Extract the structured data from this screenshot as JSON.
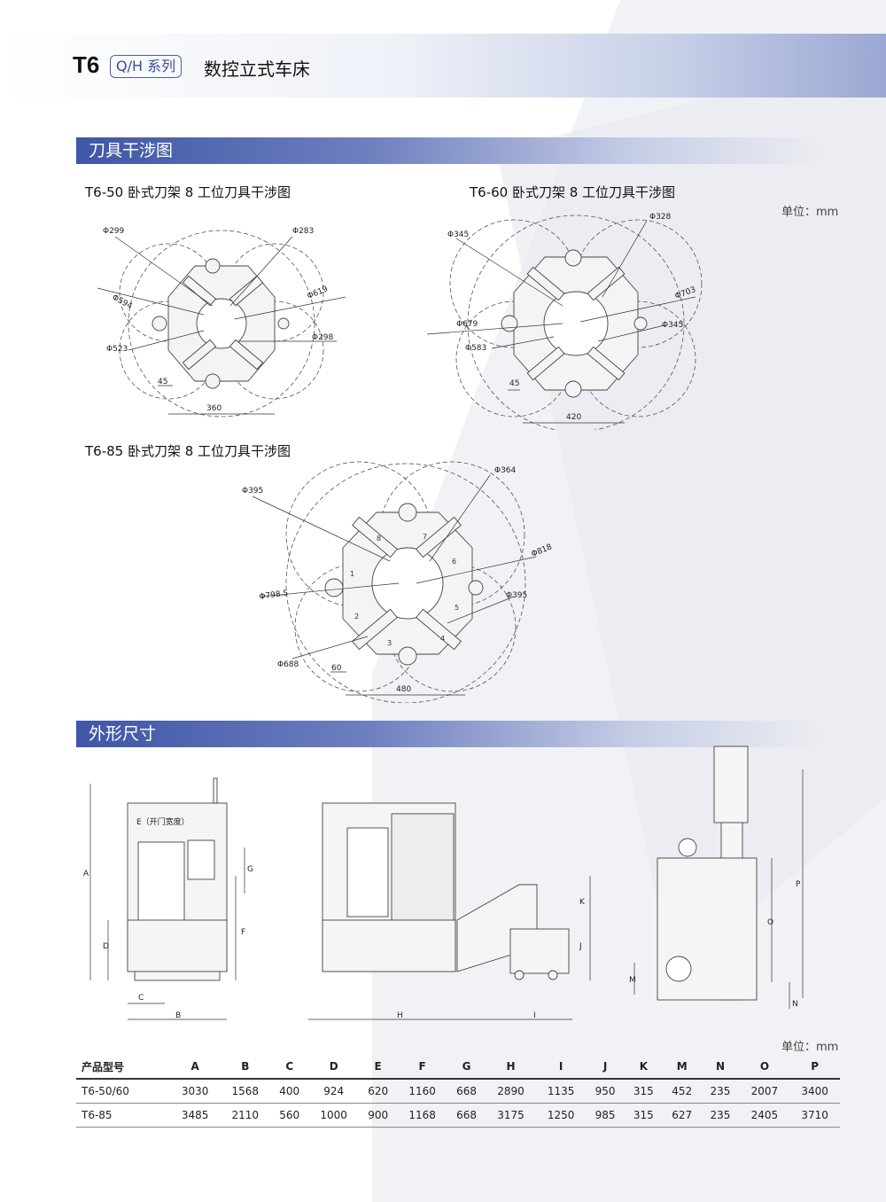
{
  "header": {
    "model": "T6",
    "series": "Q/H 系列",
    "title": "数控立式车床"
  },
  "section1": {
    "title": "刀具干涉图"
  },
  "diagram1": {
    "caption": "T6-50 卧式刀架 8 工位刀具干涉图",
    "labels": [
      "Φ299",
      "Φ283",
      "Φ594",
      "Φ619",
      "Φ523",
      "Φ298",
      "45",
      "360"
    ]
  },
  "diagram2": {
    "caption": "T6-60 卧式刀架 8 工位刀具干涉图",
    "labels": [
      "Φ328",
      "Φ345",
      "Φ703",
      "Φ679",
      "Φ345",
      "Φ583",
      "45",
      "420"
    ]
  },
  "unit1": "单位：mm",
  "diagram3": {
    "caption": "T6-85 卧式刀架 8 工位刀具干涉图",
    "labels": [
      "Φ364",
      "Φ395",
      "Φ818",
      "Φ798.5",
      "Φ395",
      "Φ688",
      "60",
      "480"
    ],
    "stations": [
      "1",
      "2",
      "3",
      "4",
      "5",
      "6",
      "7",
      "8"
    ]
  },
  "section2": {
    "title": "外形尺寸"
  },
  "outline": {
    "door_label": "E（开门宽度）",
    "dims": [
      "A",
      "B",
      "C",
      "D",
      "F",
      "G",
      "H",
      "I",
      "J",
      "K",
      "M",
      "N",
      "O",
      "P"
    ]
  },
  "unit2": "单位：mm",
  "table": {
    "headers": [
      "产品型号",
      "A",
      "B",
      "C",
      "D",
      "E",
      "F",
      "G",
      "H",
      "I",
      "J",
      "K",
      "M",
      "N",
      "O",
      "P"
    ],
    "rows": [
      [
        "T6-50/60",
        "3030",
        "1568",
        "400",
        "924",
        "620",
        "1160",
        "668",
        "2890",
        "1135",
        "950",
        "315",
        "452",
        "235",
        "2007",
        "3400"
      ],
      [
        "T6-85",
        "3485",
        "2110",
        "560",
        "1000",
        "900",
        "1168",
        "668",
        "3175",
        "1250",
        "985",
        "315",
        "627",
        "235",
        "2405",
        "3710"
      ]
    ]
  }
}
